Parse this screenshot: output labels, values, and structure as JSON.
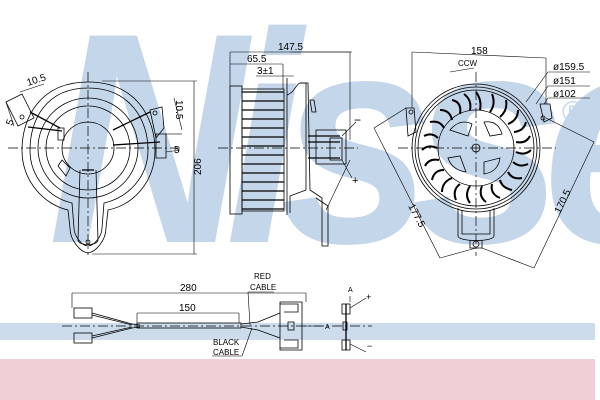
{
  "watermark": {
    "brand": "Nissens",
    "registered_mark": "®",
    "color": "#c4d6ea"
  },
  "bands": {
    "blue_color": "#ccdcec",
    "pink_color": "#f0cfd6"
  },
  "front_view": {
    "dim_top_left": "10.5",
    "dim_top_right": "10.5",
    "dim_left_small": "5",
    "dim_right_small": "5",
    "dim_height": "206"
  },
  "side_view": {
    "dim_total_width": "147.5",
    "dim_fan_width": "65.5",
    "dim_gap": "3±1",
    "terminal_minus": "−",
    "terminal_plus": "+"
  },
  "rear_view": {
    "dim_width": "158",
    "rotation_label": "CCW",
    "dia_outer": "ø159.5",
    "dia_mid": "ø151",
    "dia_inner": "ø102",
    "dim_diag_left": "177.5",
    "dim_diag_right": "170.5"
  },
  "harness": {
    "dim_total_length": "280",
    "dim_sheath_length": "150",
    "red_cable_line1": "RED",
    "red_cable_line2": "CABLE",
    "black_cable_line1": "BLACK",
    "black_cable_line2": "CABLE",
    "section_label": "A",
    "section_label_top": "A",
    "terminal_plus": "+",
    "terminal_minus": "−"
  }
}
